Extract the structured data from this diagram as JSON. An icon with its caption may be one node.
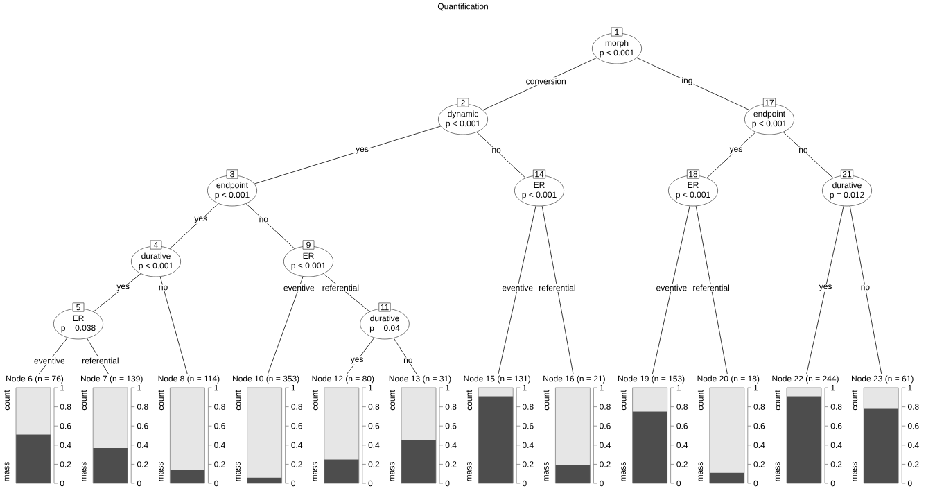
{
  "diagram": {
    "title": "Quantification",
    "nodes": [
      {
        "text": [
          "1",
          "morph",
          "p < 0.001"
        ]
      },
      {
        "text": [
          "2",
          "dynamic",
          "p < 0.001"
        ]
      },
      {
        "text": [
          "3",
          "endpoint",
          "p < 0.001"
        ]
      },
      {
        "text": [
          "4",
          "durative",
          "p < 0.001"
        ]
      },
      {
        "text": [
          "5",
          "ER",
          "p = 0.038"
        ]
      },
      {
        "text": [
          "Node 6 (n = 76)"
        ]
      },
      {
        "text": [
          "Node 7 (n = 139)"
        ]
      },
      {
        "text": [
          "Node 8 (n = 114)"
        ]
      },
      {
        "text": [
          "9",
          "ER",
          "p < 0.001"
        ]
      },
      {
        "text": [
          "Node 10 (n = 353)"
        ]
      },
      {
        "text": [
          "11",
          "durative",
          "p = 0.04"
        ]
      },
      {
        "text": [
          "Node 12 (n = 80)"
        ]
      },
      {
        "text": [
          "Node 13 (n = 31)"
        ]
      },
      {
        "text": [
          "14",
          "ER",
          "p < 0.001"
        ]
      },
      {
        "text": [
          "Node 15 (n = 131)"
        ]
      },
      {
        "text": [
          "Node 16 (n = 21)"
        ]
      },
      {
        "text": [
          "17",
          "endpoint",
          "p < 0.001"
        ]
      },
      {
        "text": [
          "18",
          "ER",
          "p < 0.001"
        ]
      },
      {
        "text": [
          "Node 19 (n = 153)"
        ]
      },
      {
        "text": [
          "Node 20 (n = 18)"
        ]
      },
      {
        "text": [
          "21",
          "durative",
          "p = 0.012"
        ]
      },
      {
        "text": [
          "Node 22 (n = 244)"
        ]
      },
      {
        "text": [
          "Node 23 (n = 61)"
        ]
      }
    ],
    "edges": [
      {
        "from": 0,
        "to": 1,
        "arrow": "none",
        "label": "conversion"
      },
      {
        "from": 0,
        "to": 16,
        "arrow": "none",
        "label": "ing"
      },
      {
        "from": 1,
        "to": 2,
        "arrow": "none",
        "label": "yes"
      },
      {
        "from": 1,
        "to": 13,
        "arrow": "none",
        "label": "no"
      },
      {
        "from": 2,
        "to": 3,
        "arrow": "none",
        "label": "yes"
      },
      {
        "from": 2,
        "to": 8,
        "arrow": "none",
        "label": "no"
      },
      {
        "from": 3,
        "to": 4,
        "arrow": "none",
        "label": "yes"
      },
      {
        "from": 3,
        "to": 7,
        "arrow": "none",
        "label": "no"
      },
      {
        "from": 4,
        "to": 5,
        "arrow": "none",
        "label": "eventive"
      },
      {
        "from": 4,
        "to": 6,
        "arrow": "none",
        "label": "referential"
      },
      {
        "from": 8,
        "to": 9,
        "arrow": "none",
        "label": "eventive"
      },
      {
        "from": 8,
        "to": 10,
        "arrow": "none",
        "label": "referential"
      },
      {
        "from": 10,
        "to": 11,
        "arrow": "none",
        "label": "yes"
      },
      {
        "from": 10,
        "to": 12,
        "arrow": "none",
        "label": "no"
      },
      {
        "from": 13,
        "to": 14,
        "arrow": "none",
        "label": "eventive"
      },
      {
        "from": 13,
        "to": 15,
        "arrow": "none",
        "label": "referential"
      },
      {
        "from": 16,
        "to": 17,
        "arrow": "none",
        "label": "yes"
      },
      {
        "from": 16,
        "to": 20,
        "arrow": "none",
        "label": "no"
      },
      {
        "from": 17,
        "to": 18,
        "arrow": "none",
        "label": "eventive"
      },
      {
        "from": 17,
        "to": 19,
        "arrow": "none",
        "label": "referential"
      },
      {
        "from": 20,
        "to": 21,
        "arrow": "none",
        "label": "yes"
      },
      {
        "from": 20,
        "to": 22,
        "arrow": "none",
        "label": "no"
      }
    ],
    "labels": [
      "count",
      "mass",
      "1",
      "0.8",
      "0.6",
      "0.4",
      "0.2",
      "0",
      "count",
      "mass",
      "1",
      "0.8",
      "0.6",
      "0.4",
      "0.2",
      "0",
      "count",
      "mass",
      "1",
      "0.8",
      "0.6",
      "0.4",
      "0.2",
      "0",
      "count",
      "mass",
      "1",
      "0.8",
      "0.6",
      "0.4",
      "0.2",
      "0",
      "count",
      "mass",
      "1",
      "0.8",
      "0.6",
      "0.4",
      "0.2",
      "0",
      "count",
      "mass",
      "1",
      "0.8",
      "0.6",
      "0.4",
      "0.2",
      "0",
      "count",
      "mass",
      "1",
      "0.8",
      "0.6",
      "0.4",
      "0.2",
      "0",
      "count",
      "mass",
      "1",
      "0.8",
      "0.6",
      "0.4",
      "0.2",
      "0",
      "count",
      "mass",
      "1",
      "0.8",
      "0.6",
      "0.4",
      "0.2",
      "0",
      "count",
      "mass",
      "1",
      "0.8",
      "0.6",
      "0.4",
      "0.2",
      "0",
      "count",
      "mass",
      "1",
      "0.8",
      "0.6",
      "0.4",
      "0.2",
      "0",
      "count",
      "mass",
      "1",
      "0.8",
      "0.6",
      "0.4",
      "0.2",
      "0"
    ]
  }
}
